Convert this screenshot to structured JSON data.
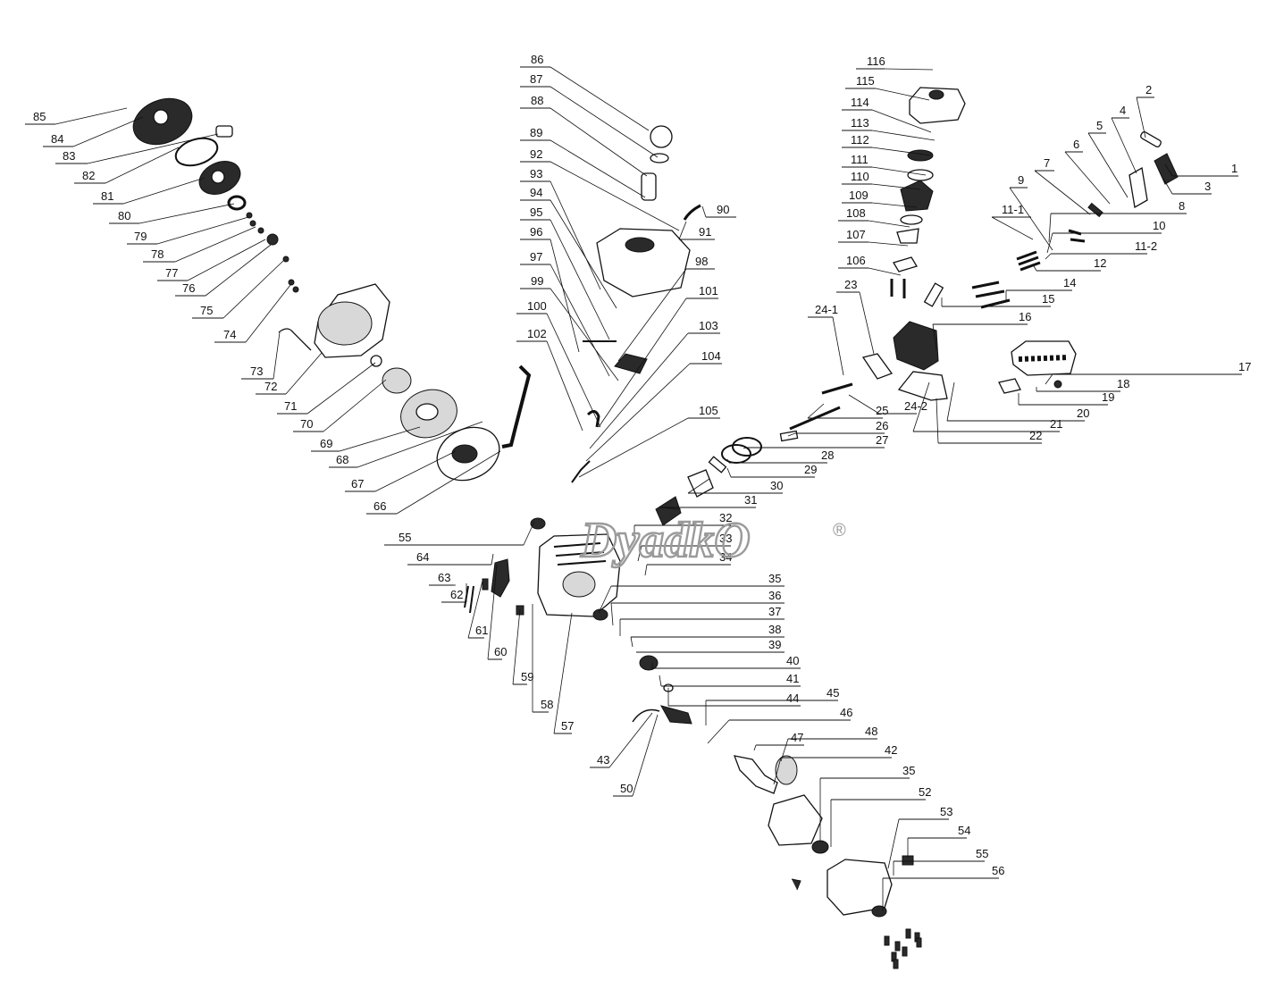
{
  "watermark": {
    "text": "DyadkO",
    "mark": "®"
  },
  "callouts": [
    "85",
    "84",
    "83",
    "82",
    "81",
    "80",
    "79",
    "78",
    "77",
    "76",
    "75",
    "74",
    "73",
    "72",
    "71",
    "70",
    "69",
    "68",
    "67",
    "66",
    "86",
    "87",
    "88",
    "89",
    "92",
    "93",
    "94",
    "95",
    "96",
    "97",
    "99",
    "100",
    "102",
    "90",
    "91",
    "98",
    "101",
    "103",
    "104",
    "105",
    "116",
    "115",
    "114",
    "113",
    "112",
    "111",
    "110",
    "109",
    "108",
    "107",
    "106",
    "2",
    "4",
    "5",
    "6",
    "7",
    "1",
    "3",
    "9",
    "8",
    "11-1",
    "10",
    "11-2",
    "12",
    "14",
    "15",
    "16",
    "23",
    "24-1",
    "24-2",
    "25",
    "26",
    "27",
    "28",
    "29",
    "30",
    "31",
    "17",
    "18",
    "19",
    "20",
    "21",
    "22",
    "32",
    "33",
    "34",
    "55",
    "64",
    "63",
    "62",
    "61",
    "60",
    "59",
    "58",
    "57",
    "35",
    "36",
    "37",
    "38",
    "39",
    "40",
    "41",
    "44",
    "45",
    "46",
    "47",
    "48",
    "42",
    "43",
    "50",
    "35",
    "52",
    "53",
    "54",
    "55",
    "56"
  ]
}
